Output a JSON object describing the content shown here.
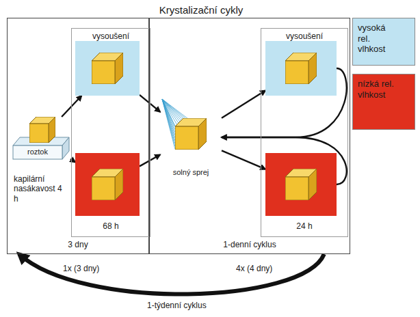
{
  "diagram": {
    "title": "Krystalizační cykly",
    "nodes": [
      {
        "text": [
          "3 dny"
        ]
      },
      {
        "text": [
          "roztok"
        ],
        "in": 0
      },
      {
        "text": [
          "vysoušení",
          "68 h"
        ],
        "in": 0
      },
      {
        "text": [],
        "in": 2
      },
      {
        "text": [],
        "in": 2
      },
      {
        "text": [
          "1-denní cyklus"
        ]
      },
      {
        "text": [
          "solný sprej"
        ],
        "in": 5
      },
      {
        "text": [
          "vysoušení",
          "24 h"
        ],
        "in": 5
      },
      {
        "text": [],
        "in": 7
      },
      {
        "text": [],
        "in": 7
      }
    ],
    "edges": [
      {
        "from": 1,
        "to": 3,
        "arrow": "to"
      },
      {
        "from": 1,
        "to": 4,
        "arrow": "to"
      },
      {
        "from": 3,
        "to": 6,
        "arrow": "to"
      },
      {
        "from": 4,
        "to": 6,
        "arrow": "to"
      },
      {
        "from": 6,
        "to": 8,
        "arrow": "to"
      },
      {
        "from": 6,
        "to": 9,
        "arrow": "to"
      },
      {
        "from": 8,
        "to": 6,
        "arrow": "to"
      },
      {
        "from": 9,
        "to": 6,
        "arrow": "to"
      },
      {
        "from": 5,
        "to": 0,
        "label": "1-týdenní cyklus",
        "arrow": "to"
      }
    ],
    "labels": [
      "kapilární nasákavost 4 h",
      "1x (3 dny)",
      "4x (4 dny)"
    ],
    "legend": [
      {
        "text": "vysoká rel. vlhkost",
        "color": "#bfe3f2"
      },
      {
        "text": "nízká rel. vlhkost",
        "color": "#e0301e"
      }
    ]
  }
}
